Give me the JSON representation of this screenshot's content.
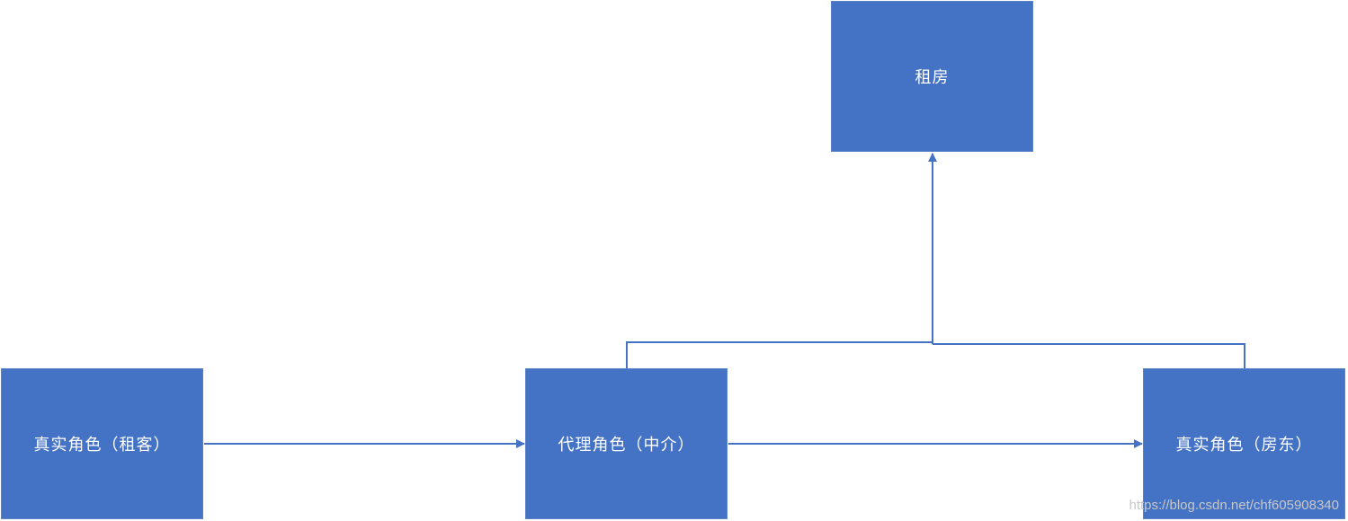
{
  "diagram": {
    "nodes": {
      "rent": "租房",
      "tenant": "真实角色（租客）",
      "agent": "代理角色（中介）",
      "landlord": "真实角色（房东）"
    },
    "edges": [
      {
        "from": "tenant",
        "to": "agent"
      },
      {
        "from": "agent",
        "to": "landlord"
      },
      {
        "from": "agent",
        "to": "rent"
      },
      {
        "from": "landlord",
        "to": "rent"
      }
    ],
    "colors": {
      "node_fill": "#4472c4",
      "connector": "#4472c4",
      "node_text": "#ffffff"
    }
  },
  "watermark": "https://blog.csdn.net/chf605908340"
}
